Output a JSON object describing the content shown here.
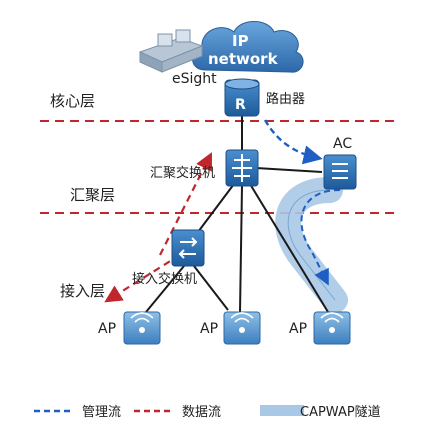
{
  "cloud": {
    "line1": "IP",
    "line2": "network"
  },
  "esight_label": "eSight",
  "router_label": "路由器",
  "core_layer_label": "核心层",
  "agg_layer_label": "汇聚层",
  "access_layer_label": "接入层",
  "agg_switch_label": "汇聚交换机",
  "access_switch_label": "接入交换机",
  "ac_label": "AC",
  "ap_label": "AP",
  "legend": {
    "mgmt_flow": "管理流",
    "data_flow": "数据流",
    "capwap_tunnel": "CAPWAP隧道"
  },
  "colors": {
    "mgmt_flow": "#1f5fc4",
    "data_flow": "#c0272d",
    "tunnel": "#a9c8e6",
    "device_blue": "#2f6fb0",
    "cloud": "#3f7fc0"
  }
}
